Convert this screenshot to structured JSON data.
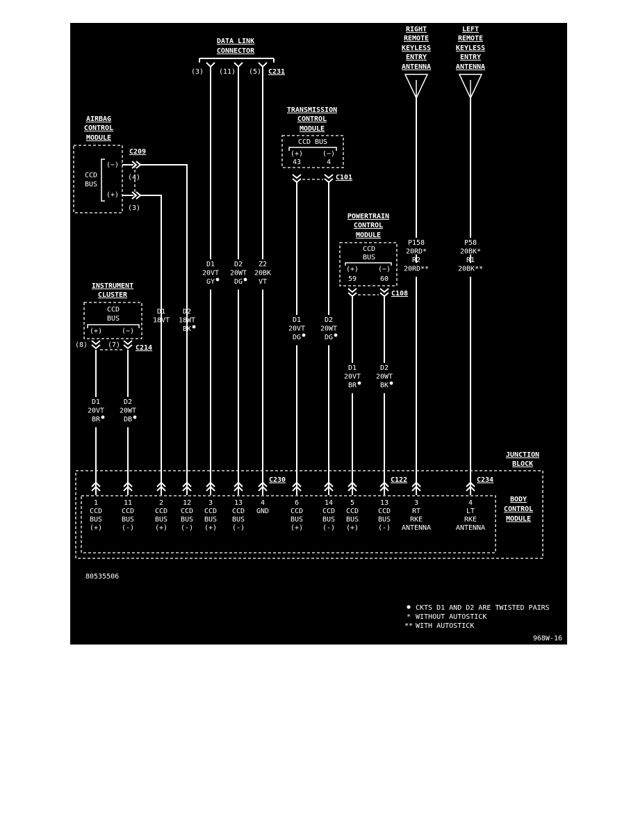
{
  "modules": {
    "data_link": [
      "DATA LINK",
      "CONNECTOR"
    ],
    "right_rke": [
      "RIGHT",
      "REMOTE",
      "KEYLESS",
      "ENTRY",
      "ANTENNA"
    ],
    "left_rke": [
      "LEFT",
      "REMOTE",
      "KEYLESS",
      "ENTRY",
      "ANTENNA"
    ],
    "airbag": [
      "AIRBAG",
      "CONTROL",
      "MODULE"
    ],
    "transmission": [
      "TRANSMISSION",
      "CONTROL",
      "MODULE"
    ],
    "powertrain": [
      "POWERTRAIN",
      "CONTROL",
      "MODULE"
    ],
    "instrument": [
      "INSTRUMENT",
      "CLUSTER"
    ],
    "junction": [
      "JUNCTION",
      "BLOCK"
    ],
    "body": [
      "BODY",
      "CONTROL",
      "MODULE"
    ]
  },
  "ccd_bus": [
    "CCD",
    "BUS"
  ],
  "ccd_bus_single": "CCD BUS",
  "pins": {
    "dlc": [
      "(3)",
      "(11)",
      "(5)"
    ],
    "airbag_minus": "(−)",
    "airbag_plus": "(+)",
    "airbag_pin_4": "(4)",
    "airbag_pin_3": "(3)",
    "tcm": [
      "(+)",
      "(−)",
      "43",
      "4"
    ],
    "pcm": [
      "(+)",
      "(−)",
      "59",
      "60"
    ],
    "ic": [
      "(+)",
      "(−)",
      "(8)",
      "(7)"
    ]
  },
  "connectors": {
    "c231": "C231",
    "c209": "C209",
    "c101": "C101",
    "c108": "C108",
    "c214": "C214",
    "c230": "C230",
    "c122": "C122",
    "c234": "C234"
  },
  "wires": [
    [
      "D1",
      "20VT",
      "BR"
    ],
    [
      "D2",
      "20WT",
      "DB"
    ],
    [
      "D1",
      "18VT"
    ],
    [
      "D2",
      "18WT",
      "BK"
    ],
    [
      "D1",
      "20VT",
      "GY"
    ],
    [
      "D2",
      "20WT",
      "DG"
    ],
    [
      "Z2",
      "20BK",
      "VT"
    ],
    [
      "D1",
      "20VT",
      "DG"
    ],
    [
      "D2",
      "20WT",
      "DG"
    ],
    [
      "D1",
      "20VT",
      "BR"
    ],
    [
      "D2",
      "20WT",
      "BK"
    ],
    [
      "P158",
      "20RD*",
      "R2",
      "20RD**"
    ],
    [
      "P58",
      "20BK*",
      "R1",
      "20BK**"
    ]
  ],
  "terminals": [
    [
      "1",
      "CCD",
      "BUS",
      "(+)"
    ],
    [
      "11",
      "CCD",
      "BUS",
      "(-)"
    ],
    [
      "2",
      "CCD",
      "BUS",
      "(+)"
    ],
    [
      "12",
      "CCD",
      "BUS",
      "(-)"
    ],
    [
      "3",
      "CCD",
      "BUS",
      "(+)"
    ],
    [
      "13",
      "CCD",
      "BUS",
      "(-)"
    ],
    [
      "4",
      "GND"
    ],
    [
      "6",
      "CCD",
      "BUS",
      "(+)"
    ],
    [
      "14",
      "CCD",
      "BUS",
      "(-)"
    ],
    [
      "5",
      "CCD",
      "BUS",
      "(+)"
    ],
    [
      "13",
      "CCD",
      "BUS",
      "(-)"
    ],
    [
      "3",
      "RT",
      "RKE",
      "ANTENNA"
    ],
    [
      "4",
      "LT",
      "RKE",
      "ANTENNA"
    ]
  ],
  "figure_id": "80535506",
  "legend": {
    "dot": "CKTS D1 AND D2 ARE TWISTED PAIRS",
    "star_sym": "*",
    "star": "WITHOUT AUTOSTICK",
    "dstar_sym": "**",
    "dstar": "WITH AUTOSTICK"
  },
  "code": "968W-16"
}
